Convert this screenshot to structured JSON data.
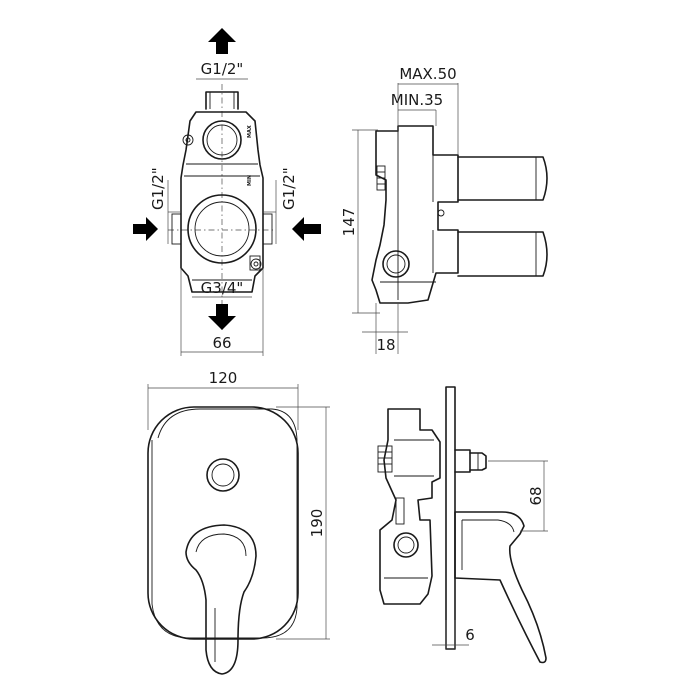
{
  "top_front": {
    "outlet_top": "G1/2\"",
    "inlet_left": "G1/2\"",
    "inlet_right": "G1/2\"",
    "outlet_bottom": "G3/4\"",
    "width": "66",
    "max_mark": "MAX",
    "min_mark": "MIN"
  },
  "top_side": {
    "max_depth": "MAX.50",
    "min_depth": "MIN.35",
    "height": "147",
    "base": "18"
  },
  "bottom_front": {
    "width": "120",
    "height": "190"
  },
  "bottom_side": {
    "spout_offset": "68",
    "plate": "6"
  }
}
